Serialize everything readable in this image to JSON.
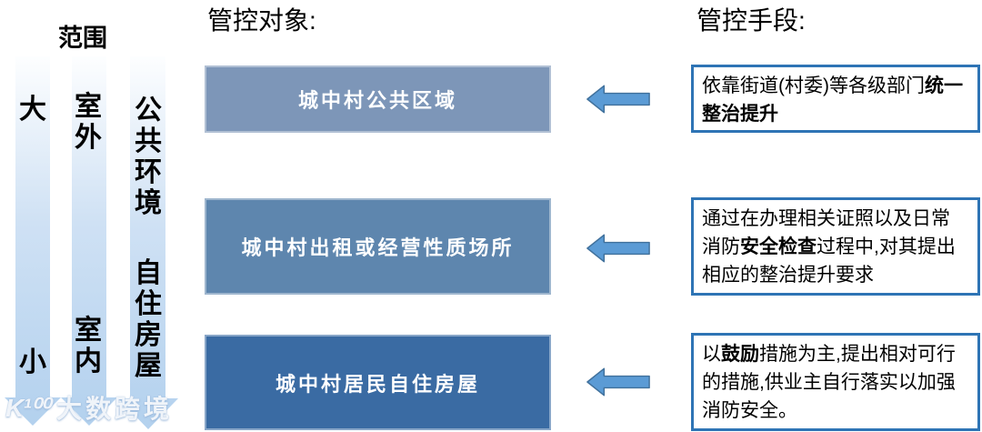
{
  "scope_panel": {
    "title": "范围",
    "axis_size": {
      "top": "大",
      "bottom": "小"
    },
    "axis_inout": {
      "top": "室外",
      "bottom": "室内"
    },
    "axis_env": {
      "top": "公共环境",
      "bottom": "自住房屋"
    }
  },
  "objects_section": {
    "title": "管控对象:",
    "boxes": [
      {
        "label": "城中村公共区域",
        "color": "#7d96b8"
      },
      {
        "label": "城中村出租或经营性质场所",
        "color": "#5e86ae"
      },
      {
        "label": "城中村居民自住房屋",
        "color": "#3a6ba3"
      }
    ]
  },
  "measures_section": {
    "title": "管控手段:",
    "boxes": [
      {
        "segments": [
          {
            "text": "依靠街道(村委)等各级部门",
            "bold": false
          },
          {
            "text": "统一整治提升",
            "bold": true
          }
        ]
      },
      {
        "segments": [
          {
            "text": "通过在办理相关证照以及日常消防",
            "bold": false
          },
          {
            "text": "安全检查",
            "bold": true
          },
          {
            "text": "过程中,对其提出相应的整治提升要求",
            "bold": false
          }
        ]
      },
      {
        "segments": [
          {
            "text": "以",
            "bold": false
          },
          {
            "text": "鼓励",
            "bold": true
          },
          {
            "text": "措施为主,提出相对可行的措施,供业主自行落实以加强消防安全。",
            "bold": false
          }
        ]
      }
    ]
  },
  "watermark": {
    "logo": "K¹⁰⁰",
    "text": "大数跨境"
  },
  "colors": {
    "arrow_fill": "#5b9bd5",
    "arrow_stroke": "#41719c",
    "measure_border": "#2e74b5",
    "scope_gradient_top": "#fdfeff",
    "scope_gradient_mid": "#cfe1f4",
    "scope_gradient_bottom": "#b3d1ee"
  }
}
